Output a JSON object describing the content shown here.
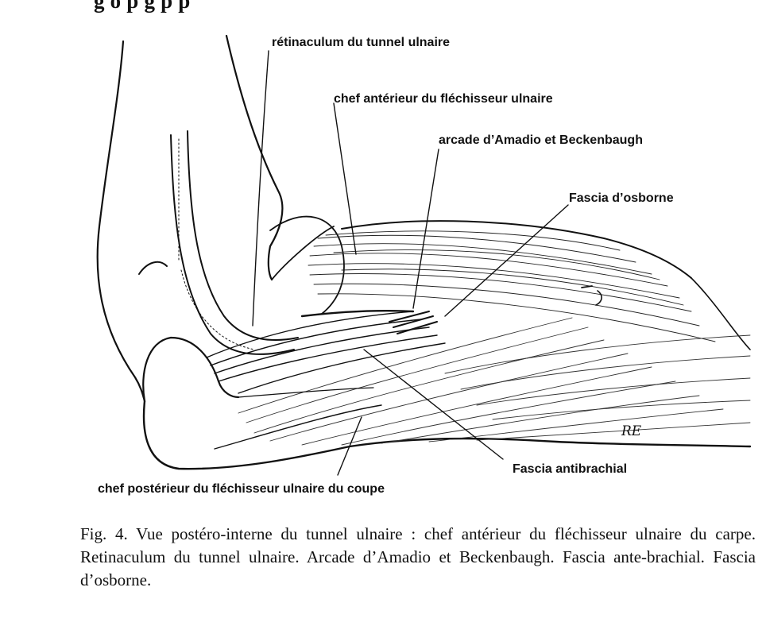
{
  "heading_fragment": "g  o  p                              g       p              p",
  "figure": {
    "labels": {
      "retinaculum": "rétinaculum du tunnel ulnaire",
      "chef_anterieur": "chef antérieur du fléchisseur ulnaire",
      "arcade": "arcade d’Amadio et Beckenbaugh",
      "fascia_osborne": "Fascia d’osborne",
      "fascia_antibrachial": "Fascia antibrachial",
      "chef_posterieur": "chef postérieur du fléchisseur ulnaire du coupe"
    },
    "signature": "RE"
  },
  "caption": "Fig. 4. Vue postéro-interne du tunnel ulnaire : chef antérieur du fléchisseur ulnaire du carpe. Retinaculum du tunnel ulnaire. Arcade d’Amadio et Beckenbaugh. Fascia ante-brachial. Fascia d’osborne."
}
